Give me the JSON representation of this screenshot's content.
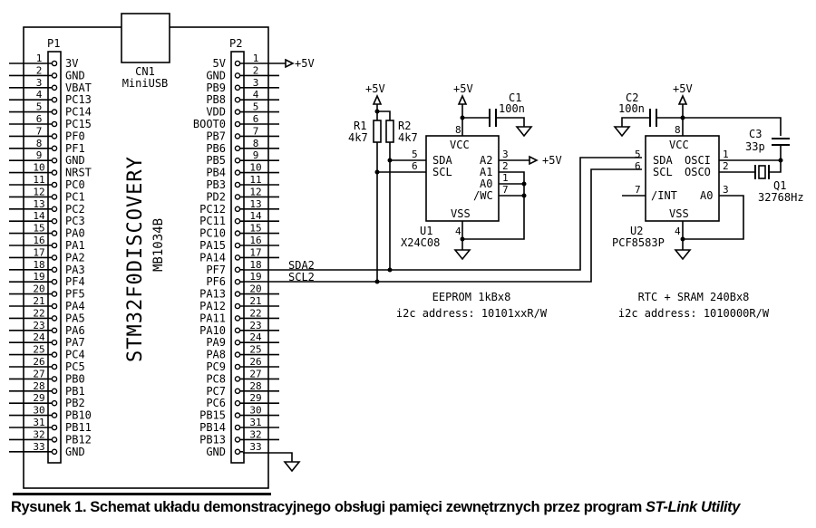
{
  "board": {
    "name": "STM32F0DISCOVERY",
    "model": "MB1034B",
    "usb": {
      "ref": "CN1",
      "label": "MiniUSB"
    },
    "p1": {
      "ref": "P1",
      "pins": [
        "3V",
        "GND",
        "VBAT",
        "PC13",
        "PC14",
        "PC15",
        "PF0",
        "PF1",
        "GND",
        "NRST",
        "PC0",
        "PC1",
        "PC2",
        "PC3",
        "PA0",
        "PA1",
        "PA2",
        "PA3",
        "PF4",
        "PF5",
        "PA4",
        "PA5",
        "PA6",
        "PA7",
        "PC4",
        "PC5",
        "PB0",
        "PB1",
        "PB2",
        "PB10",
        "PB11",
        "PB12",
        "GND"
      ]
    },
    "p2": {
      "ref": "P2",
      "pins": [
        "5V",
        "GND",
        "PB9",
        "PB8",
        "VDD",
        "BOOT0",
        "PB7",
        "PB6",
        "PB5",
        "PB4",
        "PB3",
        "PD2",
        "PC12",
        "PC11",
        "PC10",
        "PA15",
        "PA14",
        "PF7",
        "PF6",
        "PA13",
        "PA12",
        "PA11",
        "PA10",
        "PA9",
        "PA8",
        "PC9",
        "PC8",
        "PC7",
        "PC6",
        "PB15",
        "PB14",
        "PB13",
        "GND"
      ]
    }
  },
  "nets": {
    "sda": "SDA2",
    "scl": "SCL2",
    "vcc": "+5V"
  },
  "r1": {
    "ref": "R1",
    "value": "4k7"
  },
  "r2": {
    "ref": "R2",
    "value": "4k7"
  },
  "c1": {
    "ref": "C1",
    "value": "100n"
  },
  "c2": {
    "ref": "C2",
    "value": "100n"
  },
  "c3": {
    "ref": "C3",
    "value": "33p"
  },
  "q1": {
    "ref": "Q1",
    "value": "32768Hz"
  },
  "u1": {
    "ref": "U1",
    "part": "X24C08",
    "pins": {
      "vcc": "VCC",
      "sda": "SDA",
      "scl": "SCL",
      "a2": "A2",
      "a1": "A1",
      "a0": "A0",
      "wc": "/WC",
      "vss": "VSS"
    },
    "nums": {
      "vcc": "8",
      "sda": "5",
      "scl": "6",
      "a2": "3",
      "a1": "2",
      "a0": "1",
      "wc": "7",
      "vss": "4"
    },
    "desc": "EEPROM 1kBx8",
    "addr": "i2c address: 10101xxR/W"
  },
  "u2": {
    "ref": "U2",
    "part": "PCF8583P",
    "pins": {
      "vcc": "VCC",
      "sda": "SDA",
      "scl": "SCL",
      "osci": "OSCI",
      "osco": "OSCO",
      "int": "/INT",
      "a0": "A0",
      "vss": "VSS"
    },
    "nums": {
      "vcc": "8",
      "sda": "5",
      "scl": "6",
      "osci": "1",
      "osco": "2",
      "int": "7",
      "a0": "3",
      "vss": "4"
    },
    "desc": "RTC + SRAM 240Bx8",
    "addr": "i2c address: 1010000R/W"
  },
  "caption": {
    "text": "Rysunek 1. Schemat układu demonstracyjnego obsługi pamięci zewnętrznych przez program ",
    "emph": "ST-Link Utility"
  }
}
